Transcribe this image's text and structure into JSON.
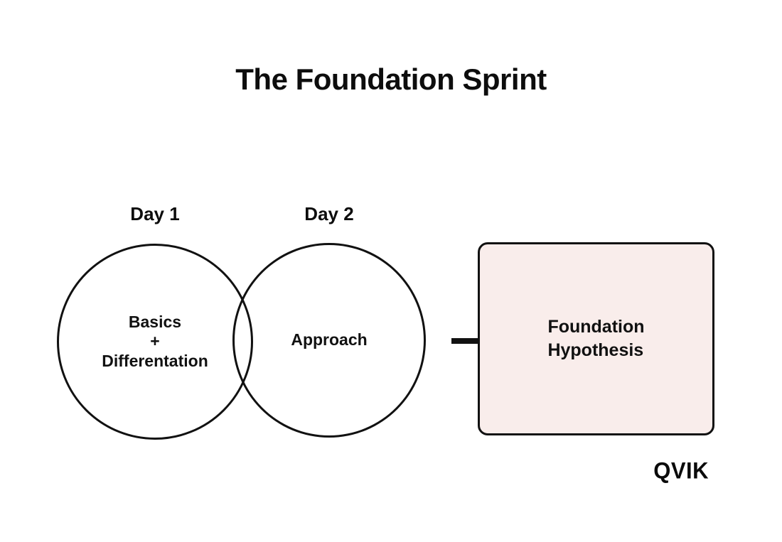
{
  "title": "The Foundation Sprint",
  "venn": {
    "day1": {
      "label": "Day 1",
      "content_line1": "Basics",
      "content_line2": "+",
      "content_line3": "Differentation"
    },
    "day2": {
      "label": "Day 2",
      "content": "Approach"
    }
  },
  "arrow": {
    "icon": "right-arrow-icon"
  },
  "result_box": {
    "line1": "Foundation",
    "line2": "Hypothesis",
    "fill_color": "#f9edeb",
    "border_color": "#111111"
  },
  "logo_text": "QVIK",
  "colors": {
    "background": "#ffffff",
    "stroke": "#111111",
    "text": "#111111"
  }
}
